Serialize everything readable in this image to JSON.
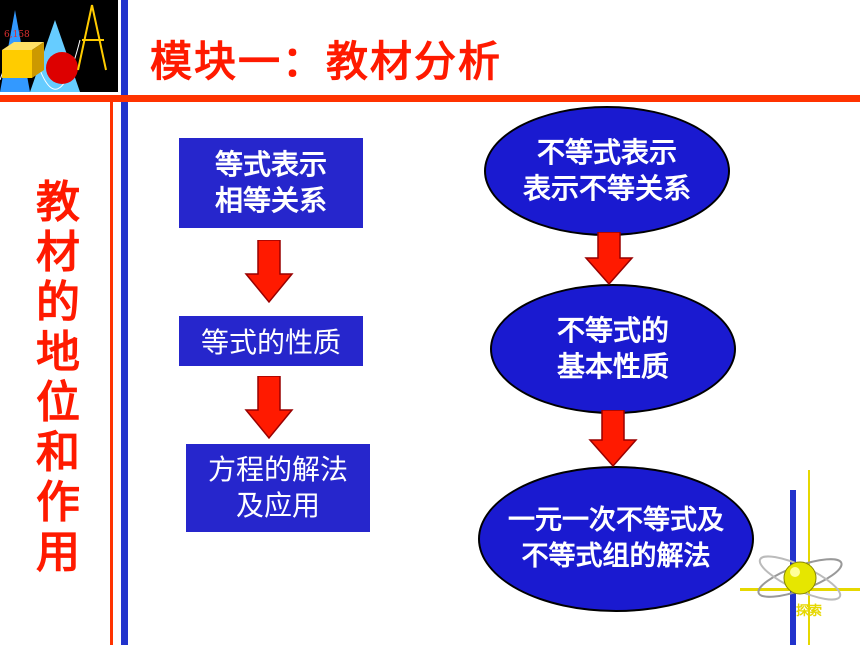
{
  "header": {
    "title": "模块一：教材分析",
    "logo_text": "6,158"
  },
  "sidebar": {
    "title": "教材的地位和作用"
  },
  "left_flow": [
    {
      "text": "等式表示\n相等关系"
    },
    {
      "text": "等式的性质"
    },
    {
      "text": "方程的解法\n及应用"
    }
  ],
  "right_flow": [
    {
      "text": "不等式表示\n表示不等关系"
    },
    {
      "text": "不等式的\n基本性质"
    },
    {
      "text": "一元一次不等式及\n不等式组的解法"
    }
  ],
  "nav": {
    "explore_label": "探索"
  },
  "colors": {
    "accent_red": "#ff1a00",
    "box_blue": "#2626cc",
    "ellipse_blue": "#1a1ad0",
    "bar_blue": "#2233cc"
  }
}
